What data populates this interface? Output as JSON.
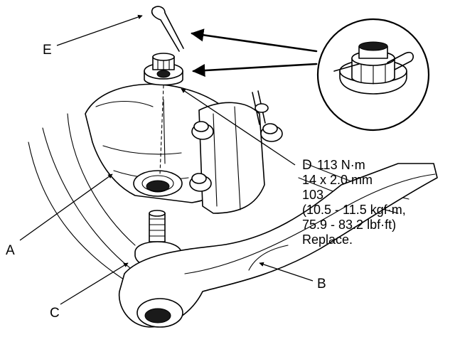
{
  "labels": {
    "a": "A",
    "b": "B",
    "c": "C",
    "d": "D",
    "e": "E"
  },
  "spec": {
    "line1": "113 N·m",
    "line2": "14 x 2.0 mm",
    "line3": "103",
    "line4": "(10.5 - 11.5 kgf·m,",
    "line5": "75.9 - 83.2 lbf·ft)",
    "line6": "Replace."
  },
  "colors": {
    "ink": "#000000",
    "paper": "#ffffff"
  }
}
